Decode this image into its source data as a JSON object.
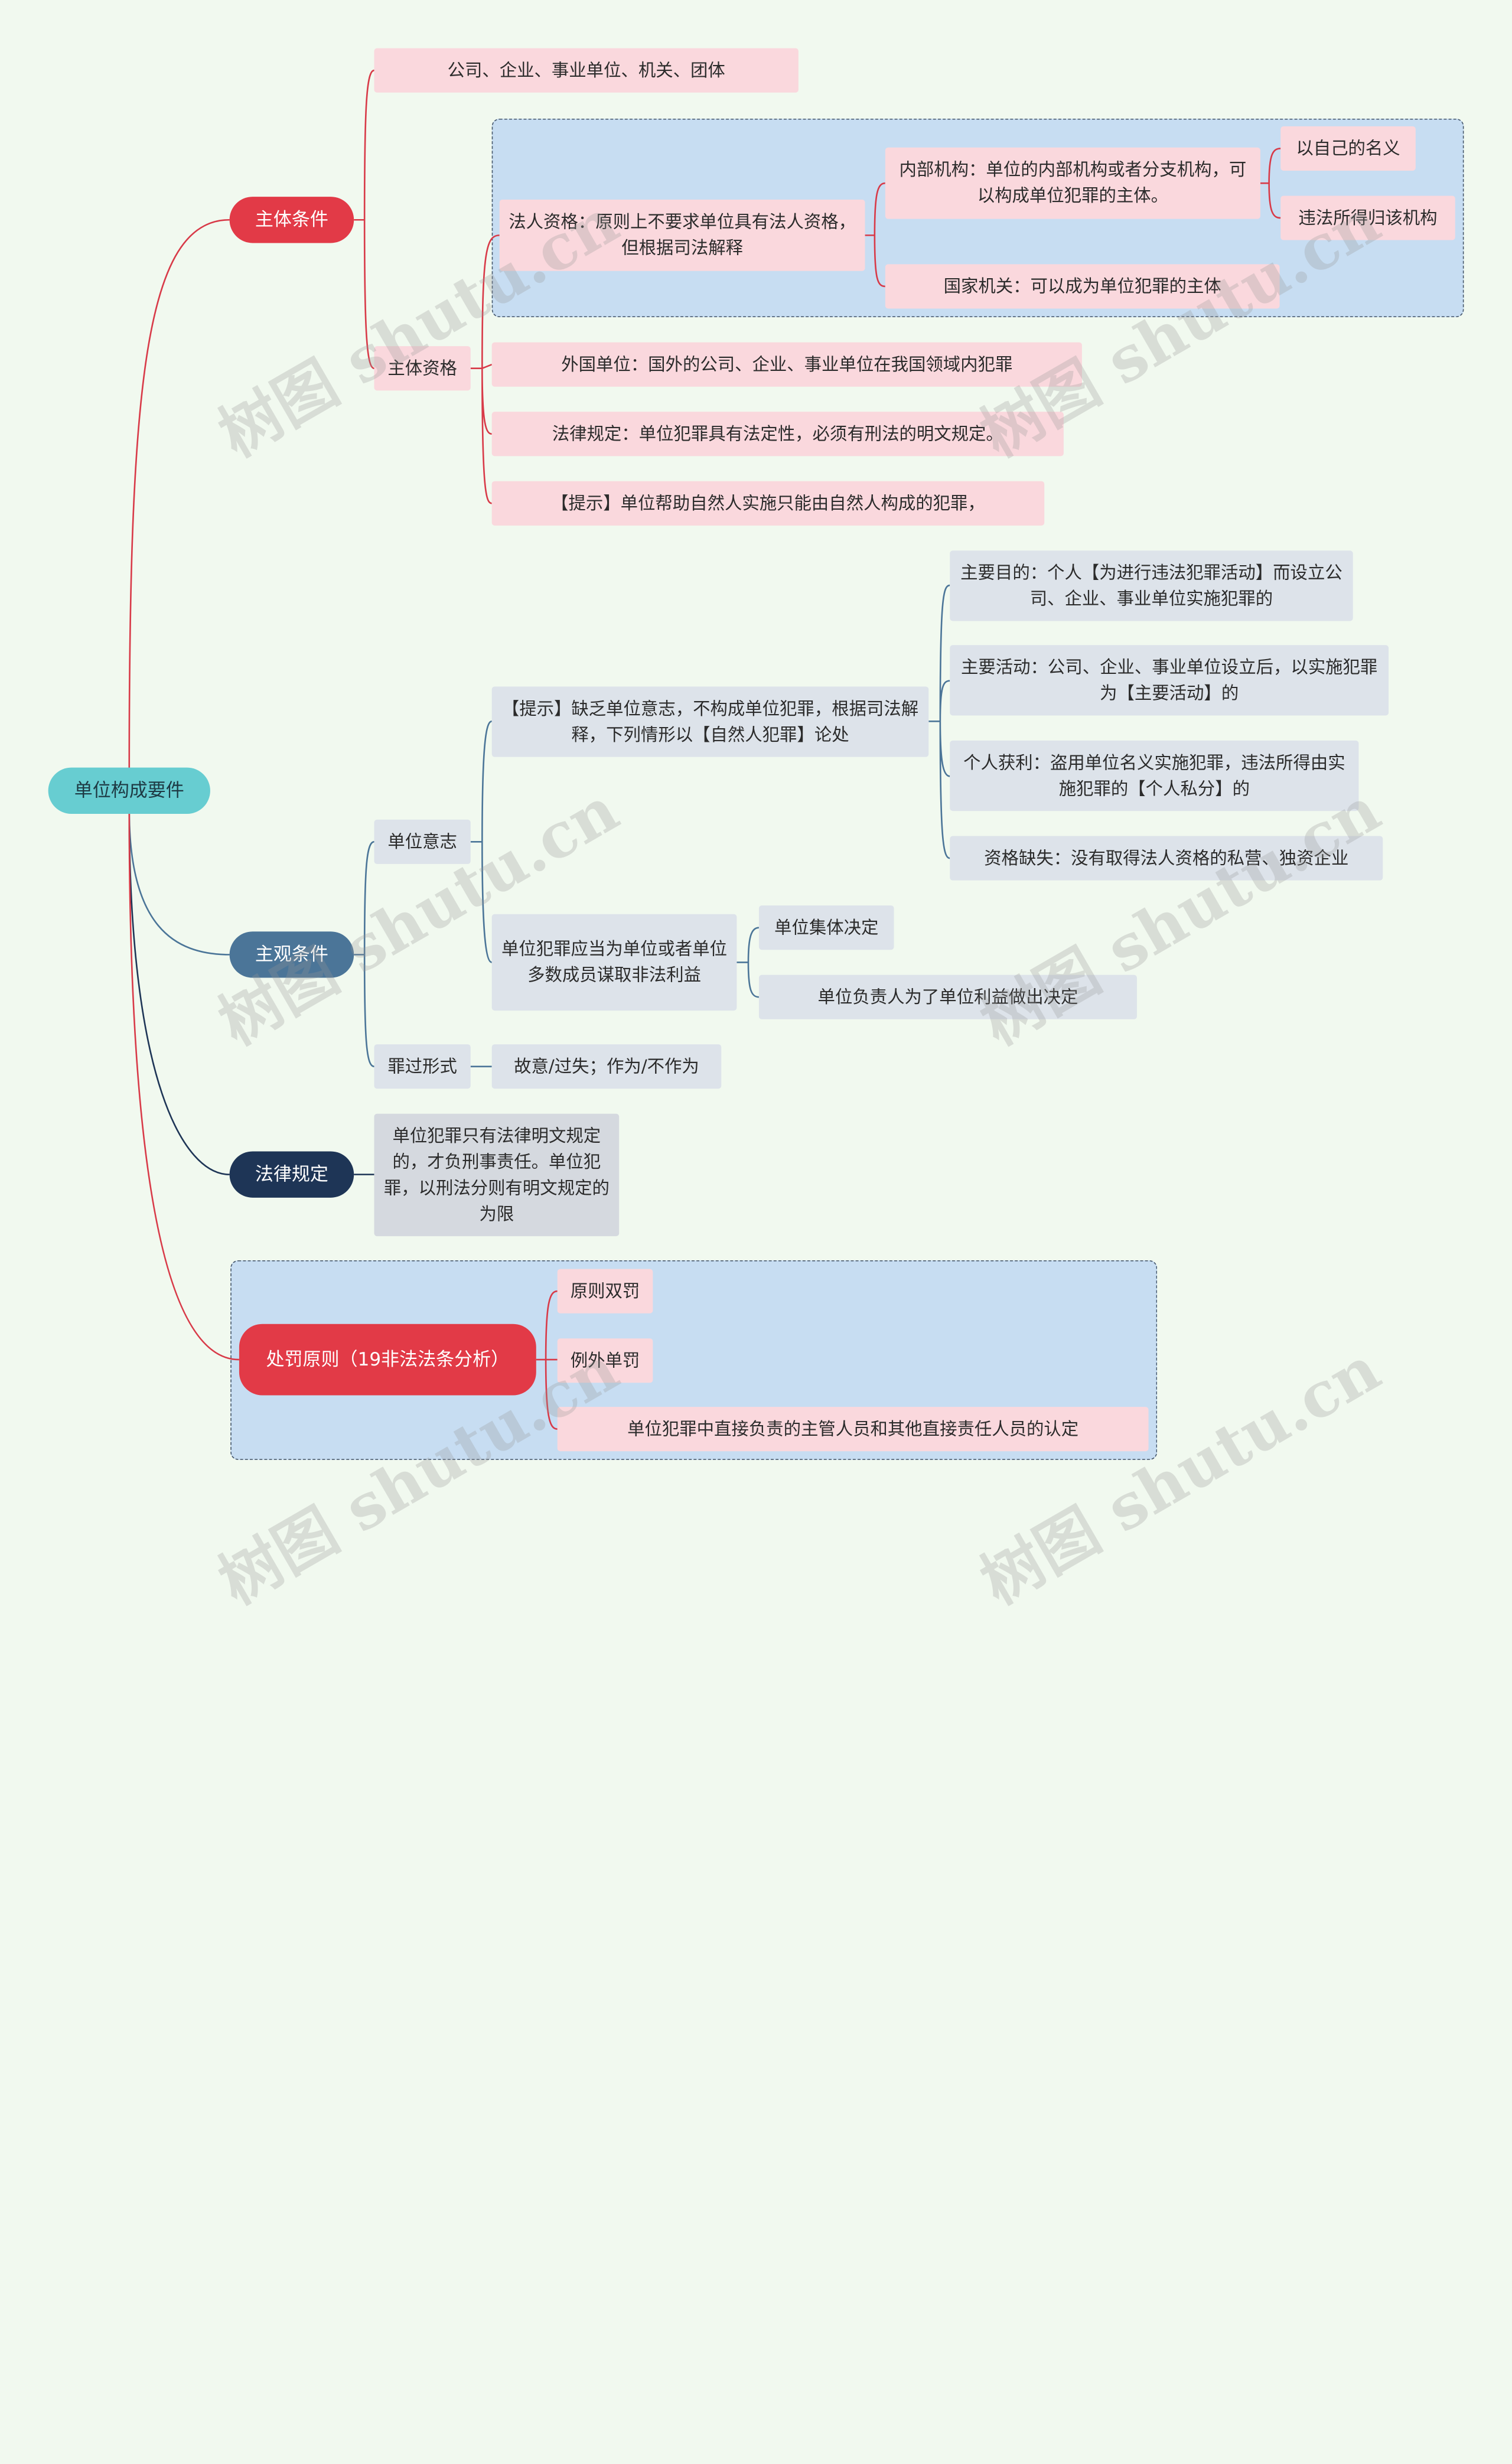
{
  "root": "单位构成要件",
  "subject": {
    "label": "主体条件",
    "entity_types": "公司、企业、事业单位、机关、团体",
    "qualification": {
      "label": "主体资格",
      "legal_person": "法人资格：原则上不要求单位具有法人资格，但根据司法解释",
      "internal": "内部机构：单位的内部机构或者分支机构，可以构成单位犯罪的主体。",
      "own_name": "以自己的名义",
      "proceeds": "违法所得归该机构",
      "state_organ": "国家机关：可以成为单位犯罪的主体",
      "foreign": "外国单位：国外的公司、企业、事业单位在我国领域内犯罪",
      "legal_rule": "法律规定：单位犯罪具有法定性，必须有刑法的明文规定。",
      "hint": "【提示】单位帮助自然人实施只能由自然人构成的犯罪，"
    }
  },
  "subjective": {
    "label": "主观条件",
    "will": {
      "label": "单位意志",
      "hint": "【提示】缺乏单位意志，不构成单位犯罪，根据司法解释，下列情形以【自然人犯罪】论处",
      "cases": [
        "主要目的：个人【为进行违法犯罪活动】而设立公司、企业、事业单位实施犯罪的",
        "主要活动：公司、企业、事业单位设立后，以实施犯罪为【主要活动】的",
        "个人获利：盗用单位名义实施犯罪，违法所得由实施犯罪的【个人私分】的",
        "资格缺失：没有取得法人资格的私营、独资企业"
      ],
      "benefit": "单位犯罪应当为单位或者单位多数成员谋取非法利益",
      "collective": "单位集体决定",
      "leader": "单位负责人为了单位利益做出决定"
    },
    "fault": {
      "label": "罪过形式",
      "value": "故意/过失；作为/不作为"
    }
  },
  "law": {
    "label": "法律规定",
    "text": "单位犯罪只有法律明文规定的，才负刑事责任。单位犯罪，以刑法分则有明文规定的为限"
  },
  "penalty": {
    "label": "处罚原则（19非法法条分析）",
    "items": [
      "原则双罚",
      "例外单罚",
      "单位犯罪中直接负责的主管人员和其他直接责任人员的认定"
    ]
  },
  "watermark": "树图 shutu.cn",
  "colors": {
    "background": "#f1f9ef",
    "root": "#67cdd1",
    "red": "#e23a47",
    "steel": "#4b7598",
    "navy": "#1e3556",
    "pink_box": "#fad8dd",
    "grey_box": "#dde3ea",
    "group_fill": "#c7ddf2"
  }
}
